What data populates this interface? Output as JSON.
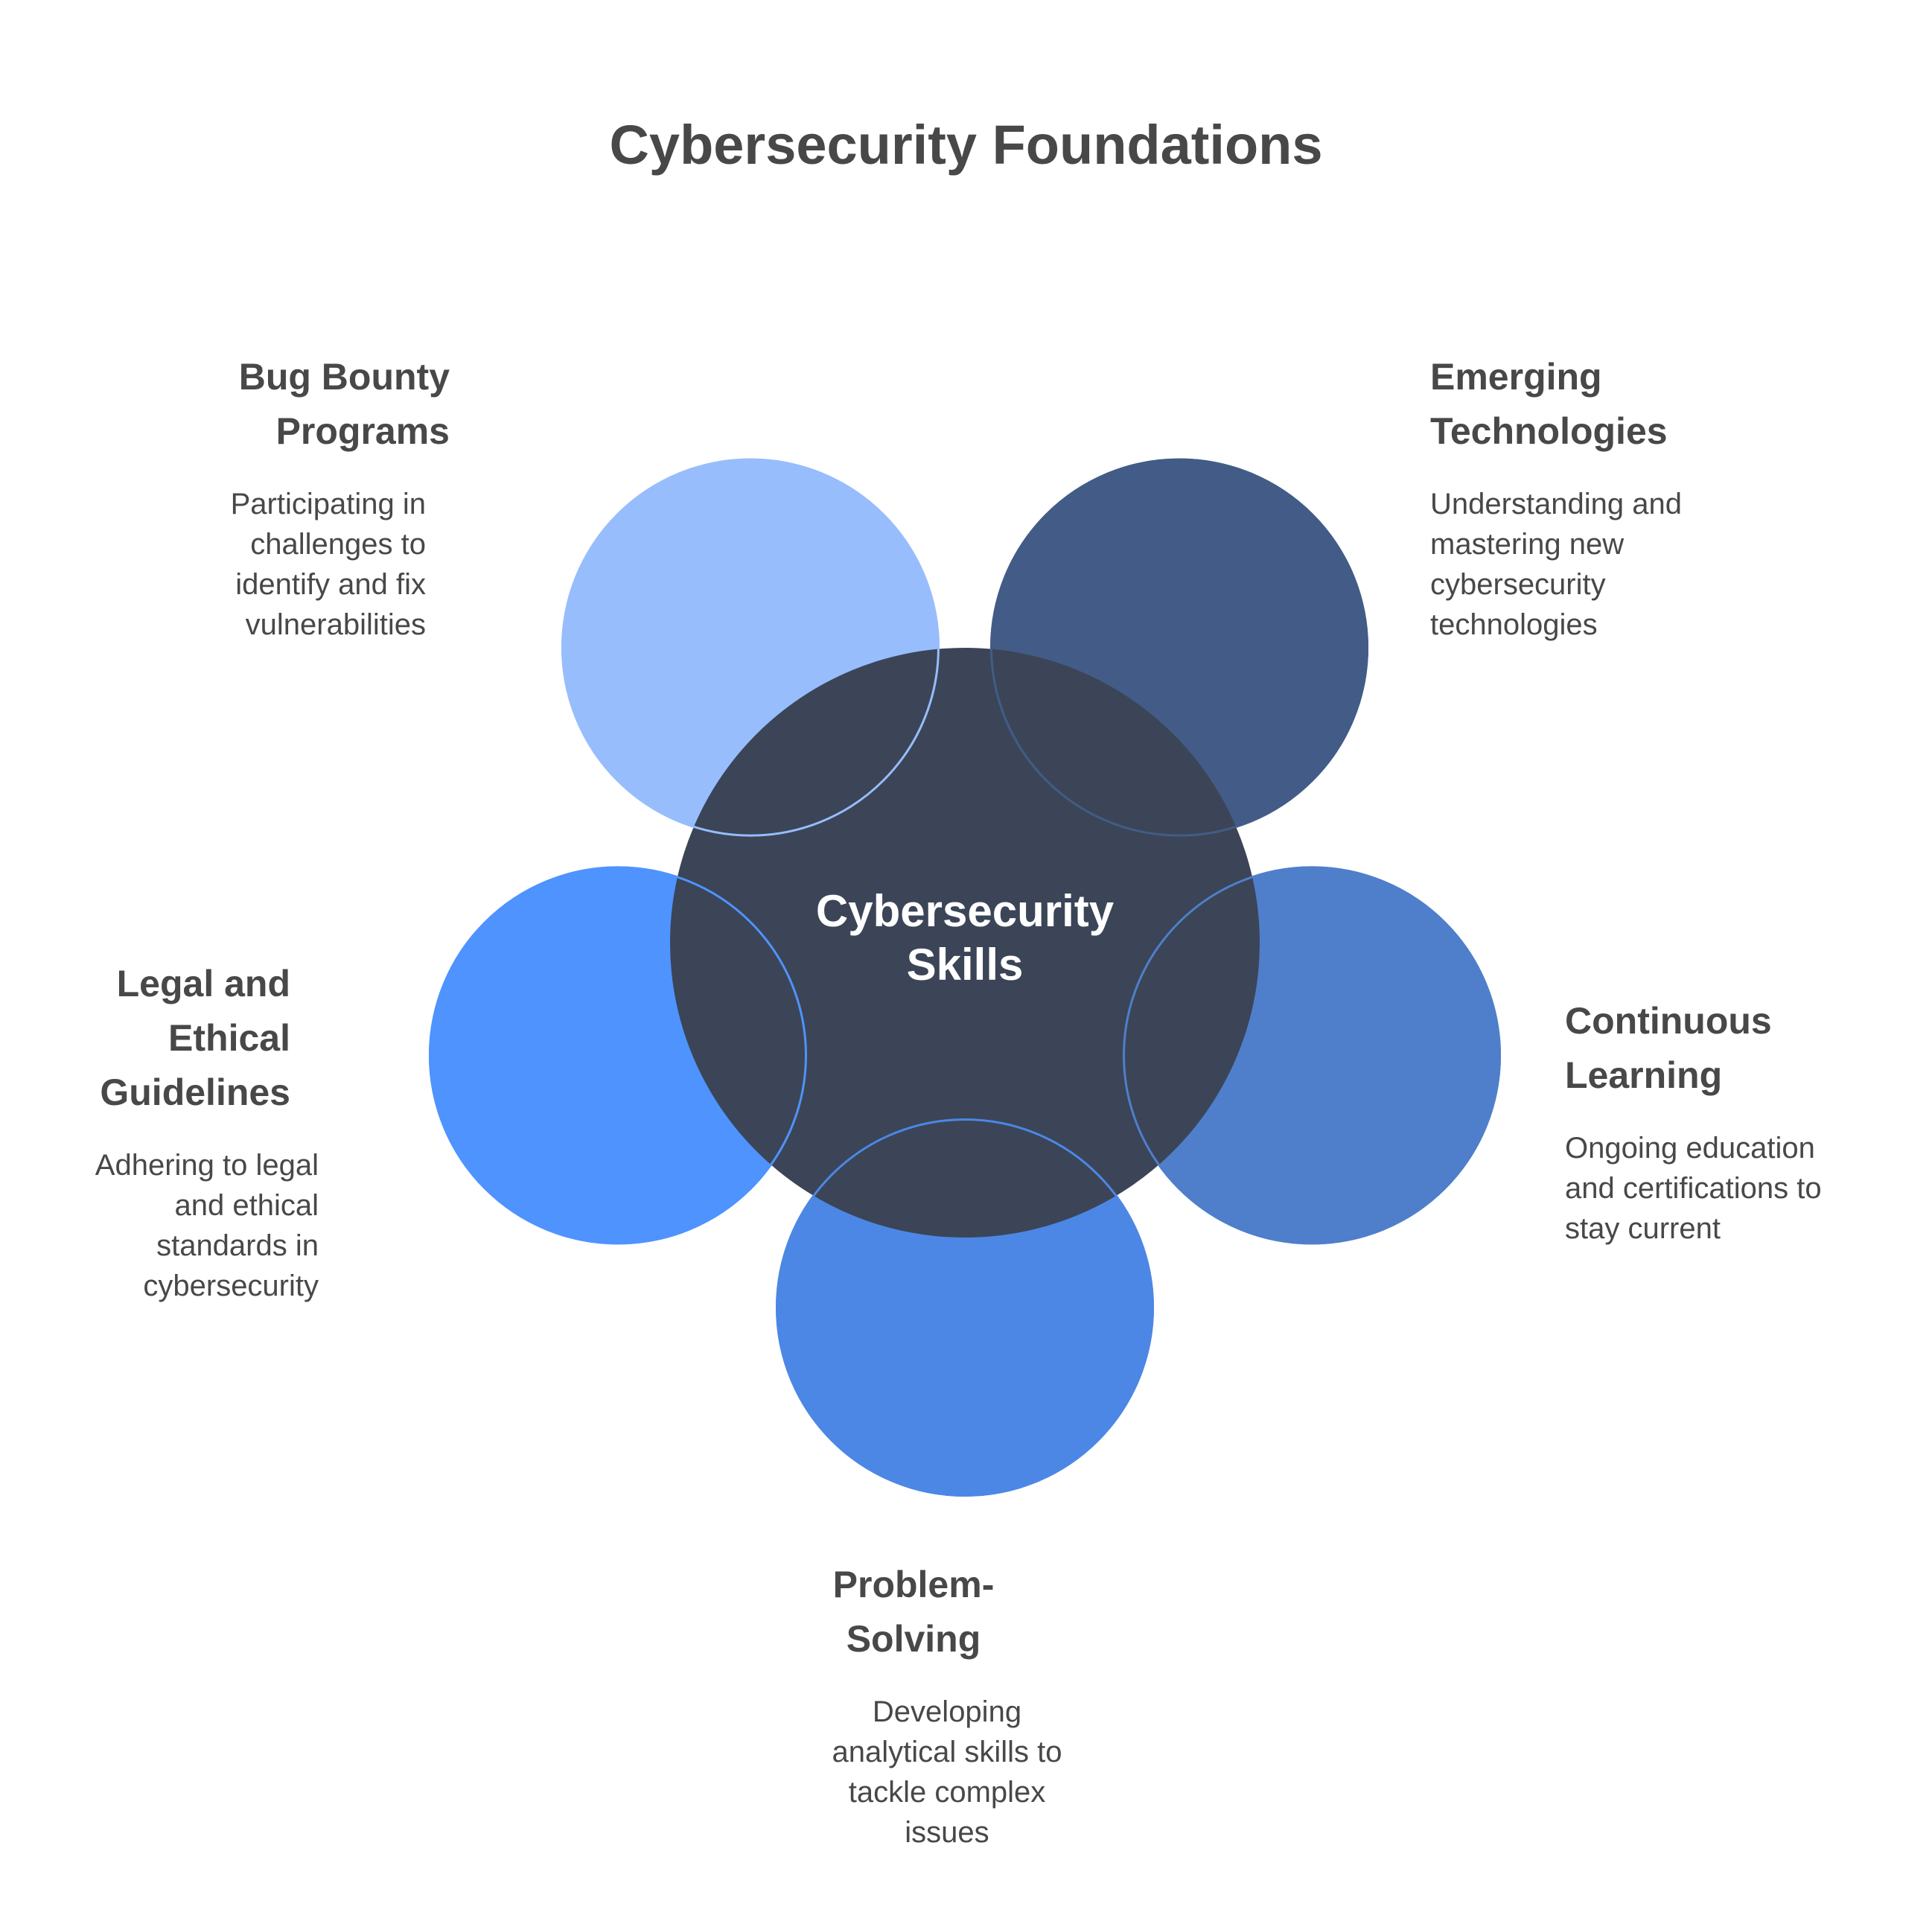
{
  "title": "Cybersecurity Foundations",
  "hub": {
    "label": "Cybersecurity\nSkills",
    "color": "#3B4557"
  },
  "nodes": [
    {
      "id": "bug-bounty",
      "heading": "Bug Bounty\nPrograms",
      "description": "Participating in\nchallenges to\nidentify and fix\nvulnerabilities",
      "color": "#97BDFD"
    },
    {
      "id": "emerging-technologies",
      "heading": "Emerging\nTechnologies",
      "description": "Understanding and\nmastering new\ncybersecurity\ntechnologies",
      "color": "#425C87"
    },
    {
      "id": "continuous-learning",
      "heading": "Continuous\nLearning",
      "description": "Ongoing education\nand certifications to\nstay current",
      "color": "#4F7FCB"
    },
    {
      "id": "problem-solving",
      "heading": "Problem-\nSolving",
      "description": "Developing\nanalytical skills to\ntackle complex\nissues",
      "color": "#4C87E5"
    },
    {
      "id": "legal-ethical",
      "heading": "Legal and\nEthical\nGuidelines",
      "description": "Adhering to legal\nand ethical\nstandards in\ncybersecurity",
      "color": "#4F93FF"
    }
  ]
}
